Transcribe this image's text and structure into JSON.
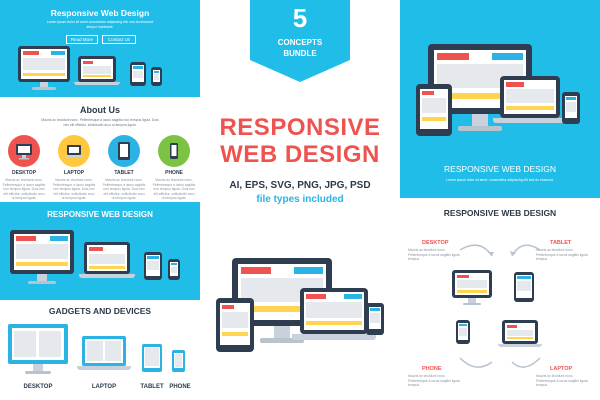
{
  "colors": {
    "cyan": "#20bde8",
    "dark": "#2b3a4a",
    "red_title": "#ef5350",
    "accent_blue": "#2bb3e3",
    "yellow": "#ffd54f",
    "frame": "#2e3d4f"
  },
  "badge": {
    "number": "5",
    "line1": "CONCEPTS",
    "line2": "BUNDLE"
  },
  "center": {
    "title_line1": "RESPONSIVE",
    "title_line2": "WEB DESIGN",
    "formats": "AI, EPS, SVG, PNG, JPG, PSD",
    "included": "file types included"
  },
  "panel_tl": {
    "title": "Responsive Web Design",
    "lorem": "Lorem ipsum dolor sit amet consectetur adipiscing elit, sed do eiusmod tempor incididunt.",
    "read_more": "Read More",
    "contact_us": "Contact Us"
  },
  "panel_about": {
    "title": "About Us",
    "lorem": "Mauris ac tincidunt nunc. Pellentesque a lacus sagittis non tempus ligula. Duis nec elit efficitur, sollicitudin arcu ut tempus ligula.",
    "items": [
      {
        "label": "DESKTOP",
        "icon": "desktop-icon",
        "color": "#ef5350"
      },
      {
        "label": "LAPTOP",
        "icon": "laptop-icon",
        "color": "#ffc83d"
      },
      {
        "label": "TABLET",
        "icon": "tablet-icon",
        "color": "#2bb3e3"
      },
      {
        "label": "PHONE",
        "icon": "phone-icon",
        "color": "#7cc243"
      }
    ]
  },
  "panel_rwd_left": {
    "title": "RESPONSIVE WEB DESIGN"
  },
  "panel_gadgets": {
    "title": "GADGETS AND DEVICES",
    "labels": [
      "DESKTOP",
      "LAPTOP",
      "TABLET",
      "PHONE"
    ]
  },
  "panel_right_top": {
    "title": "RESPONSIVE WEB DESIGN",
    "lorem": "Lorem ipsum dolor sit amet, consectetur adipiscing elit sed do eiusmod."
  },
  "panel_right_bottom": {
    "title": "RESPONSIVE WEB DESIGN",
    "labels": {
      "desktop": "DESKTOP",
      "tablet": "TABLET",
      "phone": "PHONE",
      "laptop": "LAPTOP"
    },
    "lorem": "Mauris ac tincidunt nunc. Pellentesque a lacus sagittis ligula tempus."
  }
}
